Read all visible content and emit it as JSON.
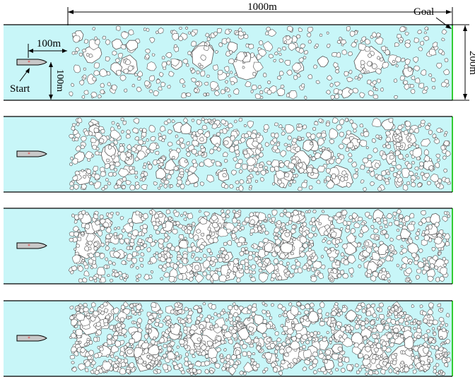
{
  "labels": {
    "length": "1000m",
    "goal": "Goal",
    "width": "200m",
    "ship_length": "100m",
    "ship_offset": "100m",
    "start": "Start"
  },
  "colors": {
    "water": "#c8f6f8",
    "border": "#000000",
    "goal_line": "#33cc33",
    "ice_fill": "#ffffff",
    "ice_stroke": "#555555",
    "ship_fill": "#c8c8c8",
    "ship_marker": "#e03030"
  },
  "panels": [
    {
      "name": "panel-1",
      "ice_level": 1
    },
    {
      "name": "panel-2",
      "ice_level": 2
    },
    {
      "name": "panel-3",
      "ice_level": 3
    },
    {
      "name": "panel-4",
      "ice_level": 4
    }
  ]
}
